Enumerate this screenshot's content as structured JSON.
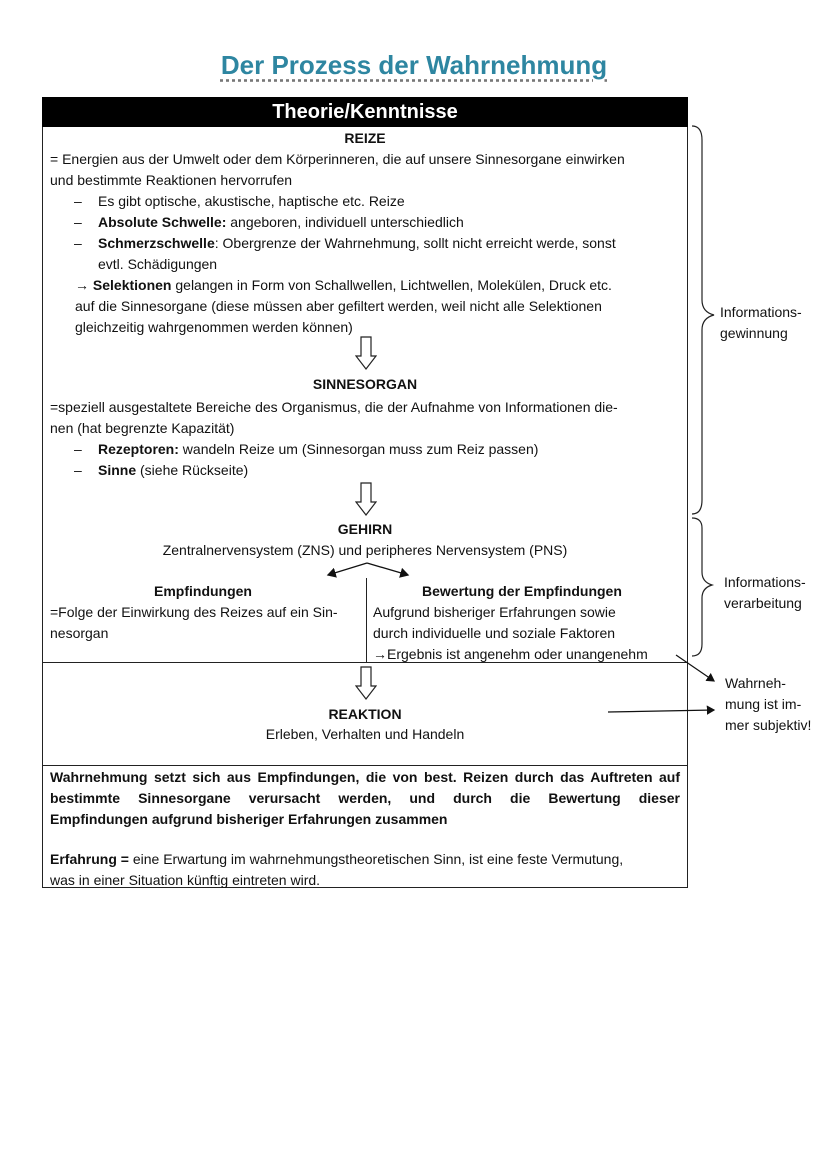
{
  "title": "Der Prozess der Wahrnehmung",
  "header": "Theorie/Kenntnisse",
  "reize": {
    "heading": "REIZE",
    "def_line1": "= Energien aus der Umwelt oder dem Körperinneren, die auf unsere Sinnesorgane einwirken",
    "def_line2": "und bestimmte Reaktionen hervorrufen",
    "bullet1": "Es gibt optische, akustische, haptische etc. Reize",
    "bullet2_bold": "Absolute Schwelle:",
    "bullet2_rest": " angeboren, individuell unterschiedlich",
    "bullet3_bold": "Schmerzschwelle",
    "bullet3_rest": ": Obergrenze der Wahrnehmung, sollt nicht erreicht werde, sonst",
    "bullet3_cont": "evtl. Schädigungen",
    "sel_arrow": "→ ",
    "sel_bold": "Selektionen",
    "sel_rest": " gelangen in Form von Schallwellen, Lichtwellen, Molekülen, Druck etc.",
    "sel_line2": "auf die Sinnesorgane (diese müssen aber gefiltert werden, weil nicht alle Selektionen",
    "sel_line3": "gleichzeitig wahrgenommen werden können)"
  },
  "sinnesorgan": {
    "heading": "SINNESORGAN",
    "def_line1": "=speziell ausgestaltete Bereiche des Organismus, die der Aufnahme von Informationen die-",
    "def_line2": "nen (hat begrenzte Kapazität)",
    "bullet1_bold": "Rezeptoren:",
    "bullet1_rest": " wandeln Reize um (Sinnesorgan muss zum Reiz passen)",
    "bullet2_bold": "Sinne",
    "bullet2_rest": " (siehe Rückseite)"
  },
  "gehirn": {
    "heading": "GEHIRN",
    "line": "Zentralnervensystem (ZNS) und peripheres Nervensystem (PNS)"
  },
  "empfindungen": {
    "heading": "Empfindungen",
    "line1": "=Folge der Einwirkung des Reizes auf ein Sin-",
    "line2": "nesorgan"
  },
  "bewertung": {
    "heading": "Bewertung der Empfindungen",
    "line1": "Aufgrund bisheriger Erfahrungen sowie",
    "line2": "durch individuelle und soziale Faktoren",
    "line3": "→Ergebnis ist angenehm oder unangenehm"
  },
  "reaktion": {
    "heading": "REAKTION",
    "line": "Erleben, Verhalten und Handeln"
  },
  "summary": {
    "line1": "Wahrnehmung setzt sich aus Empfindungen, die von best. Reizen durch das Auftreten auf",
    "line2": "bestimmte Sinnesorgane verursacht werden, und durch die Bewertung dieser",
    "line3": "Empfindungen aufgrund bisheriger Erfahrungen zusammen",
    "erf_bold": "Erfahrung =",
    "erf_rest": " eine Erwartung im wahrnehmungstheoretischen Sinn, ist eine feste Vermutung,",
    "erf_line2": "was in einer Situation künftig eintreten wird."
  },
  "side": {
    "gewinnung1": "Informations-",
    "gewinnung2": "gewinnung",
    "verarbeitung1": "Informations-",
    "verarbeitung2": "verarbeitung",
    "subj1": "Wahrneh-",
    "subj2": "mung ist im-",
    "subj3": "mer subjektiv!"
  },
  "dash": "–"
}
